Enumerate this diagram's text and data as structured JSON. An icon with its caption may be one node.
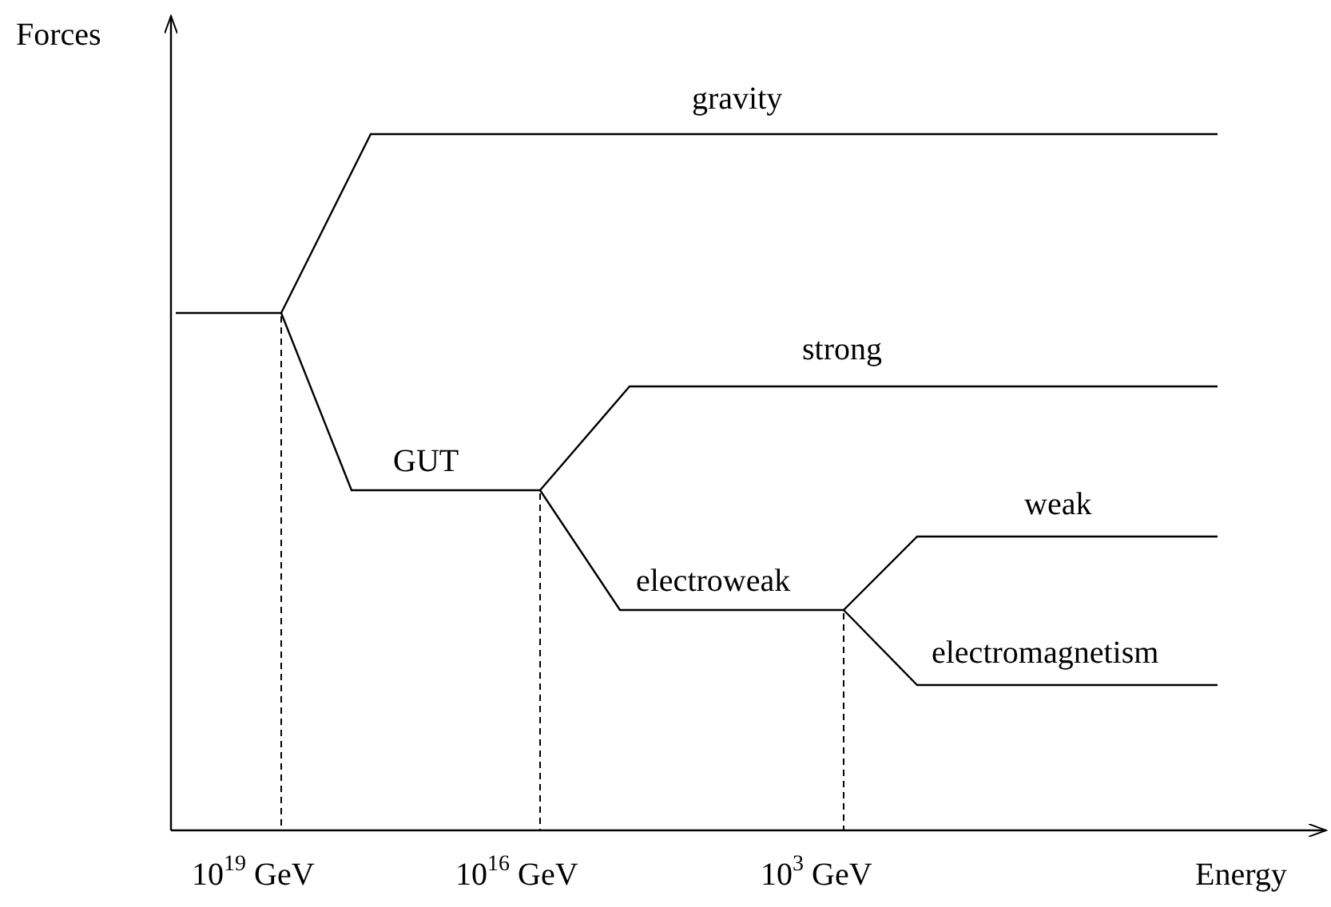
{
  "diagram": {
    "labels": [
      "Forces",
      "gravity",
      "strong",
      "GUT",
      "electroweak",
      "weak",
      "electromagnetism",
      "10$^{19}$ GeV",
      "10$^{16}$ GeV",
      "10$^{3}$ GeV",
      "Energy"
    ]
  }
}
